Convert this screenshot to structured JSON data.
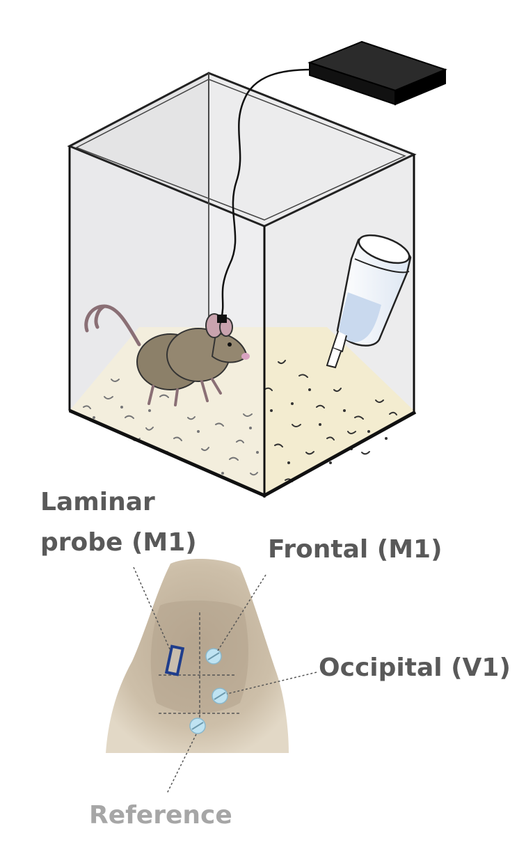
{
  "labels": {
    "laminar_line1": "Laminar",
    "laminar_line2": "probe (M1)",
    "frontal": "Frontal (M1)",
    "occipital": "Occipital (V1)",
    "reference": "Reference"
  },
  "colors": {
    "text_dark": "#595959",
    "text_light": "#a6a6a6",
    "probe_outline": "#1f3d8c",
    "screw_fill": "#bfe3f2",
    "cage_glass": "#e9e9ea",
    "bedding": "#f3ecd0",
    "mouse_fur": "#8c8069",
    "skull": "#cfc2ad",
    "device": "#1a1a1a"
  }
}
